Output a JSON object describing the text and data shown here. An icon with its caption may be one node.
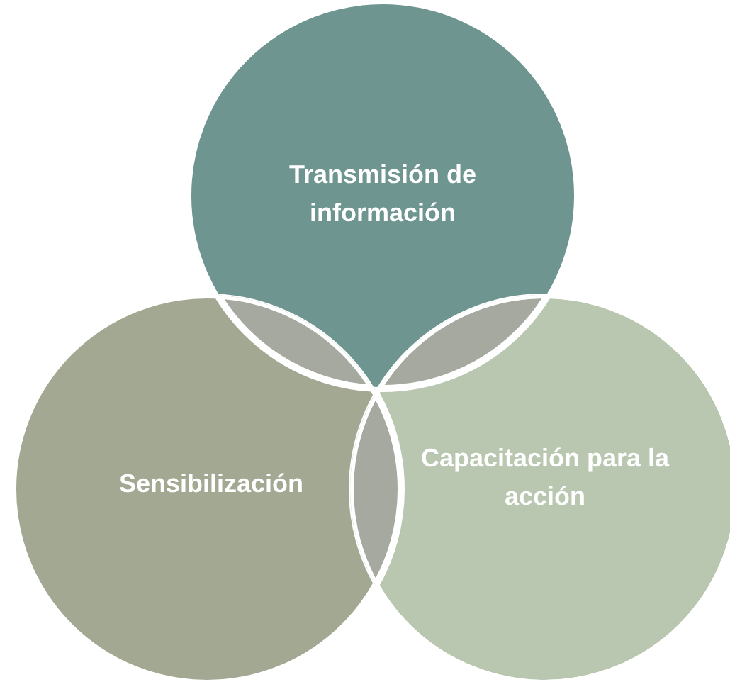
{
  "diagram": {
    "nodes": [
      {
        "text": [
          "Transmisión de información"
        ]
      },
      {
        "text": [
          "Sensibilización"
        ]
      },
      {
        "text": [
          "Capacitación para la acción"
        ]
      }
    ]
  }
}
